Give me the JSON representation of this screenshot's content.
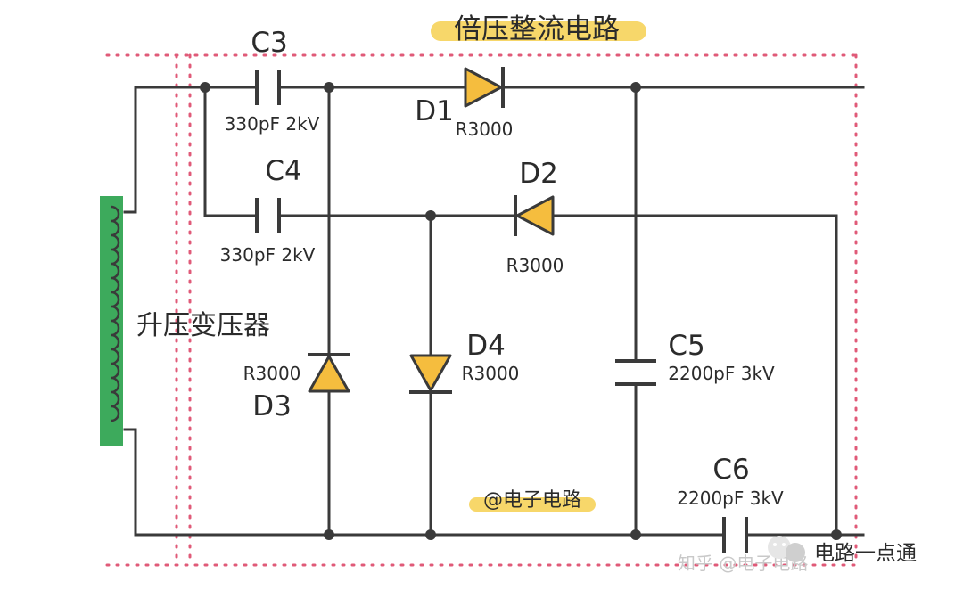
{
  "diagram": {
    "title": "倍压整流电路",
    "transformer_label": "升压变压器",
    "components": {
      "c3": {
        "name": "C3",
        "spec": "330pF 2kV"
      },
      "c4": {
        "name": "C4",
        "spec": "330pF 2kV"
      },
      "d1": {
        "name": "D1",
        "spec": "R3000"
      },
      "d2": {
        "name": "D2",
        "spec": "R3000"
      },
      "d3": {
        "name": "D3",
        "spec": "R3000"
      },
      "d4": {
        "name": "D4",
        "spec": "R3000"
      },
      "c5": {
        "name": "C5",
        "spec": "2200pF 3kV"
      },
      "c6": {
        "name": "C6",
        "spec": "2200pF 3kV"
      }
    },
    "watermark_center": "@电子电路",
    "watermark_bottom": "知乎 @电子电路",
    "badge_text": "电路一点通",
    "colors": {
      "wire": "#3a3a3a",
      "diode_fill": "#f5bd3e",
      "coil": "#3daa5c",
      "frame": "#e05a78",
      "highlight": "#f7d76a"
    }
  }
}
